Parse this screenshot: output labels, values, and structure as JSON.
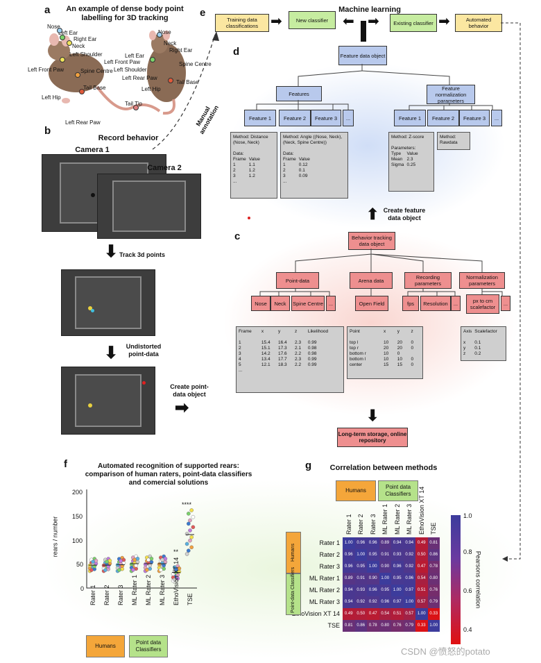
{
  "panels": {
    "a": {
      "letter": "a",
      "title": "An example of dense body point labelling for 3D tracking",
      "left_labels": [
        "Nose",
        "Left Ear",
        "Right Ear",
        "Neck",
        "Left Shoulder",
        "Left Front Paw",
        "Spine Centre",
        "Tail Base",
        "Left Hip",
        "Tail Tip",
        "Left Rear Paw"
      ],
      "right_labels": [
        "Nose",
        "Left Ear",
        "Left Front Paw",
        "Left Shoulder",
        "Left Rear Paw",
        "Left Hip",
        "Neck",
        "Right Ear",
        "Spine Centre",
        "Tail Base"
      ]
    },
    "b": {
      "letter": "b",
      "title": "Record behavior",
      "camera1": "Camera 1",
      "camera2": "Camera 2",
      "step1": "Track 3d points",
      "step2": "Undistorted point-data",
      "step3": "Create point-data object",
      "manual": "Manual annotation"
    },
    "e": {
      "letter": "e",
      "title": "Machine learning",
      "training": "Training data classifications",
      "new_classifier": "New classifier",
      "existing_classifier": "Existing classifier",
      "automated": "Automated behavior"
    },
    "d": {
      "letter": "d",
      "root": "Feature data object",
      "features": "Features",
      "norm": "Feature normalization parameters",
      "f1": "Feature 1",
      "f2": "Feature 2",
      "f3": "Feature 3",
      "dots": "...",
      "n1": "Feature 1",
      "n2": "Feature 2",
      "n3": "Feature 3",
      "box1_method": "Method: Distance (Nose, Neck)",
      "box1_data": "Data:",
      "box1_rows": [
        [
          "Frame",
          "Value"
        ],
        [
          "1",
          "1.1"
        ],
        [
          "2",
          "1.2"
        ],
        [
          "3",
          "1.2"
        ],
        [
          "...",
          ""
        ]
      ],
      "box2_method": "Method: Angle ((Nose, Neck), (Neck, Spine Centre))",
      "box2_data": "Data:",
      "box2_rows": [
        [
          "Frame",
          "Value"
        ],
        [
          "1",
          "0.12"
        ],
        [
          "2",
          "0.1"
        ],
        [
          "3",
          "0.09"
        ],
        [
          "...",
          ""
        ]
      ],
      "box3_method": "Method: Z-score",
      "box3_params": "Parameters:",
      "box3_rows": [
        [
          "Type",
          "Value"
        ],
        [
          "Mean",
          "2.3"
        ],
        [
          "Sigma",
          "0.25"
        ]
      ],
      "box4_method": "Method: Rawdata",
      "create": "Create feature data object"
    },
    "c": {
      "letter": "c",
      "root": "Behavior tracking data object",
      "point_data": "Point-data",
      "arena_data": "Arena data",
      "recording": "Recording parameters",
      "normalization": "Normalization parameters",
      "nose": "Nose",
      "neck": "Neck",
      "spine": "Spine Centre",
      "dots": "...",
      "open_field": "Open Field",
      "fps": "fps",
      "resolution": "Resolution",
      "px_cm": "px to cm scalefactor",
      "pt_rows": [
        [
          "Frame",
          "x",
          "y",
          "z",
          "Likelihood"
        ],
        [
          "1",
          "15.4",
          "16.4",
          "2.3",
          "0.99"
        ],
        [
          "2",
          "15.1",
          "17.3",
          "2.1",
          "0.98"
        ],
        [
          "3",
          "14.2",
          "17.6",
          "2.2",
          "0.98"
        ],
        [
          "4",
          "13.4",
          "17.7",
          "2.3",
          "0.99"
        ],
        [
          "5",
          "12.1",
          "18.3",
          "2.2",
          "0.99"
        ],
        [
          "...",
          "",
          "",
          "",
          ""
        ]
      ],
      "arena_rows": [
        [
          "Point",
          "x",
          "y",
          "z"
        ],
        [
          "top l",
          "10",
          "20",
          "0"
        ],
        [
          "top r",
          "20",
          "20",
          "0"
        ],
        [
          "bottom r",
          "10",
          "0",
          ""
        ],
        [
          "bottom l",
          "10",
          "10",
          "0"
        ],
        [
          "center",
          "15",
          "15",
          "0"
        ]
      ],
      "scale_rows": [
        [
          "Axis",
          "Scalefactor"
        ],
        [
          "x",
          "0.1"
        ],
        [
          "y",
          "0.1"
        ],
        [
          "z",
          "0.2"
        ]
      ],
      "storage": "Long-term storage, online repository"
    },
    "f": {
      "letter": "f",
      "title": "Automated recognition of supported rears: comparison of human raters, point-data classifiers and comercial solutions",
      "ylabel": "rears / number",
      "yticks": [
        "200",
        "150",
        "100",
        "50",
        "0"
      ],
      "categories": [
        "Rater 1",
        "Rater 2",
        "Rater 3",
        "ML Rater 1",
        "ML Rater 2",
        "ML Rater 3",
        "EthoVision XT 14",
        "TSE"
      ],
      "sig_ev": "**",
      "sig_tse": "****",
      "legend_humans": "Humans",
      "legend_point": "Point data Classifiers"
    },
    "g": {
      "letter": "g",
      "title": "Correlation between methods",
      "legend_humans": "Humans",
      "legend_point": "Point data Classifiers",
      "row_group_humans": "Humans",
      "row_group_point": "Point-data Classifiers",
      "labels": [
        "Rater 1",
        "Rater 2",
        "Rater 3",
        "ML Rater 1",
        "ML Rater 2",
        "ML Rater 3",
        "EthoVision XT 14",
        "TSE"
      ],
      "colorbar_label": "Pearsons correlation",
      "colorbar_ticks": [
        "1.0",
        "0.8",
        "0.6",
        "0.4"
      ]
    }
  },
  "chart_data": [
    {
      "type": "scatter",
      "title": "Automated recognition of supported rears: comparison of human raters, point-data classifiers and comercial solutions",
      "ylabel": "rears / number",
      "ylim": [
        0,
        200
      ],
      "categories": [
        "Rater 1",
        "Rater 2",
        "Rater 3",
        "ML Rater 1",
        "ML Rater 2",
        "ML Rater 3",
        "EthoVision XT 14",
        "TSE"
      ],
      "medians": [
        47,
        47,
        48,
        50,
        50,
        50,
        32,
        110
      ],
      "ranges": [
        [
          35,
          60
        ],
        [
          35,
          60
        ],
        [
          35,
          62
        ],
        [
          35,
          65
        ],
        [
          35,
          65
        ],
        [
          35,
          65
        ],
        [
          15,
          45
        ],
        [
          70,
          160
        ]
      ]
    },
    {
      "type": "heatmap",
      "title": "Correlation between methods",
      "labels": [
        "Rater 1",
        "Rater 2",
        "Rater 3",
        "ML Rater 1",
        "ML Rater 2",
        "ML Rater 3",
        "EthoVision XT 14",
        "TSE"
      ],
      "values": [
        [
          1.0,
          0.96,
          0.96,
          0.89,
          0.94,
          0.94,
          0.49,
          0.81
        ],
        [
          0.96,
          1.0,
          0.95,
          0.91,
          0.93,
          0.92,
          0.5,
          0.86
        ],
        [
          0.96,
          0.95,
          1.0,
          0.9,
          0.96,
          0.92,
          0.47,
          0.78
        ],
        [
          0.89,
          0.91,
          0.9,
          1.0,
          0.95,
          0.96,
          0.54,
          0.8
        ],
        [
          0.94,
          0.93,
          0.96,
          0.95,
          1.0,
          0.97,
          0.51,
          0.76
        ],
        [
          0.94,
          0.92,
          0.92,
          0.96,
          0.97,
          1.0,
          0.57,
          0.79
        ],
        [
          0.49,
          0.5,
          0.47,
          0.54,
          0.51,
          0.57,
          1.0,
          0.33
        ],
        [
          0.81,
          0.86,
          0.78,
          0.8,
          0.76,
          0.79,
          0.33,
          1.0
        ]
      ],
      "colorbar_range": [
        0.3,
        1.0
      ]
    }
  ],
  "colors": {
    "humans": "#f4a63a",
    "point": "#b5e28a",
    "blue_box": "#b8c9ec",
    "red_box": "#ee8f8f",
    "yellow_box": "#fbe7a1",
    "green_box": "#c6eca0"
  },
  "watermark": "CSDN @愤怒的potato"
}
